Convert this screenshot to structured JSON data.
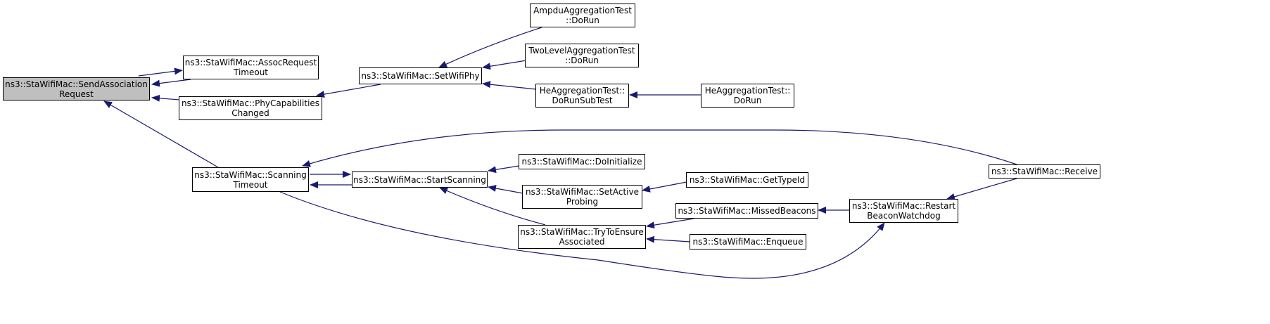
{
  "colors": {
    "edge": "#191970",
    "node_border": "#000000",
    "root_fill": "#bfbfbf",
    "node_fill": "#ffffff"
  },
  "nodes": [
    {
      "id": "send_assoc",
      "lines": [
        "ns3::StaWifiMac::SendAssociation",
        "Request"
      ],
      "root": true
    },
    {
      "id": "assoc_timeout",
      "lines": [
        "ns3::StaWifiMac::AssocRequest",
        "Timeout"
      ]
    },
    {
      "id": "phy_cap",
      "lines": [
        "ns3::StaWifiMac::PhyCapabilities",
        "Changed"
      ]
    },
    {
      "id": "scan_timeout",
      "lines": [
        "ns3::StaWifiMac::Scanning",
        "Timeout"
      ]
    },
    {
      "id": "set_wifi_phy",
      "lines": [
        "ns3::StaWifiMac::SetWifiPhy"
      ]
    },
    {
      "id": "start_scanning",
      "lines": [
        "ns3::StaWifiMac::StartScanning"
      ]
    },
    {
      "id": "ampdu_test",
      "lines": [
        "AmpduAggregationTest",
        "::DoRun"
      ]
    },
    {
      "id": "twolevel_test",
      "lines": [
        "TwoLevelAggregationTest",
        "::DoRun"
      ]
    },
    {
      "id": "he_subtest",
      "lines": [
        "HeAggregationTest::",
        "DoRunSubTest"
      ]
    },
    {
      "id": "he_run",
      "lines": [
        "HeAggregationTest::",
        "DoRun"
      ]
    },
    {
      "id": "do_init",
      "lines": [
        "ns3::StaWifiMac::DoInitialize"
      ]
    },
    {
      "id": "set_active",
      "lines": [
        "ns3::StaWifiMac::SetActive",
        "Probing"
      ]
    },
    {
      "id": "try_ensure",
      "lines": [
        "ns3::StaWifiMac::TryToEnsure",
        "Associated"
      ]
    },
    {
      "id": "get_type",
      "lines": [
        "ns3::StaWifiMac::GetTypeId"
      ]
    },
    {
      "id": "missed",
      "lines": [
        "ns3::StaWifiMac::MissedBeacons"
      ]
    },
    {
      "id": "enqueue",
      "lines": [
        "ns3::StaWifiMac::Enqueue"
      ]
    },
    {
      "id": "restart",
      "lines": [
        "ns3::StaWifiMac::Restart",
        "BeaconWatchdog"
      ]
    },
    {
      "id": "receive",
      "lines": [
        "ns3::StaWifiMac::Receive"
      ]
    }
  ],
  "edges": [
    {
      "from": "assoc_timeout",
      "to": "send_assoc"
    },
    {
      "from": "send_assoc",
      "to": "assoc_timeout"
    },
    {
      "from": "phy_cap",
      "to": "send_assoc"
    },
    {
      "from": "scan_timeout",
      "to": "send_assoc"
    },
    {
      "from": "set_wifi_phy",
      "to": "phy_cap"
    },
    {
      "from": "ampdu_test",
      "to": "set_wifi_phy"
    },
    {
      "from": "twolevel_test",
      "to": "set_wifi_phy"
    },
    {
      "from": "he_subtest",
      "to": "set_wifi_phy"
    },
    {
      "from": "he_run",
      "to": "he_subtest"
    },
    {
      "from": "scan_timeout",
      "to": "start_scanning"
    },
    {
      "from": "start_scanning",
      "to": "scan_timeout"
    },
    {
      "from": "receive",
      "to": "scan_timeout"
    },
    {
      "from": "do_init",
      "to": "start_scanning"
    },
    {
      "from": "set_active",
      "to": "start_scanning"
    },
    {
      "from": "try_ensure",
      "to": "start_scanning"
    },
    {
      "from": "get_type",
      "to": "set_active"
    },
    {
      "from": "missed",
      "to": "try_ensure"
    },
    {
      "from": "enqueue",
      "to": "try_ensure"
    },
    {
      "from": "restart",
      "to": "missed"
    },
    {
      "from": "scan_timeout",
      "to": "restart"
    },
    {
      "from": "receive",
      "to": "restart"
    }
  ]
}
